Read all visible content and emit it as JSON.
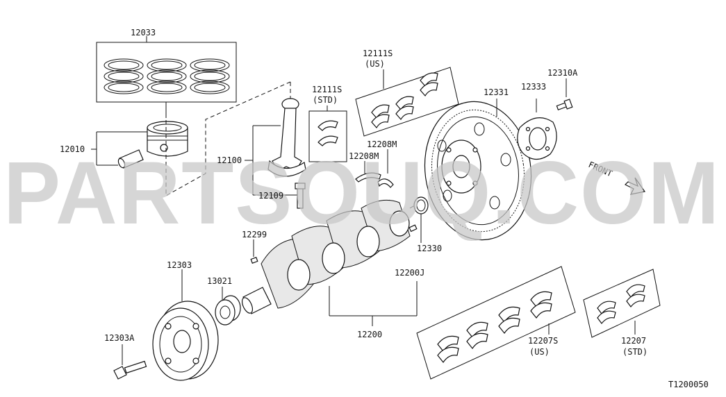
{
  "watermark": "PARTSOUQ.COM",
  "diagram_code": "T1200050",
  "front_label": "FRONT",
  "callouts": {
    "c12033": "12033",
    "c12010": "12010",
    "c12100": "12100",
    "c12109": "12109",
    "c12111s_std": "12111S",
    "c12111s_std_note": "(STD)",
    "c12111s_us": "12111S",
    "c12111s_us_note": "(US)",
    "c12208m_a": "12208M",
    "c12208m_b": "12208M",
    "c12331": "12331",
    "c12333": "12333",
    "c12310a": "12310A",
    "c12330": "12330",
    "c12299": "12299",
    "c12200j": "12200J",
    "c12200": "12200",
    "c12303": "12303",
    "c13021": "13021",
    "c12303a": "12303A",
    "c12207s": "12207S",
    "c12207s_note": "(US)",
    "c12207": "12207",
    "c12207_note": "(STD)"
  }
}
